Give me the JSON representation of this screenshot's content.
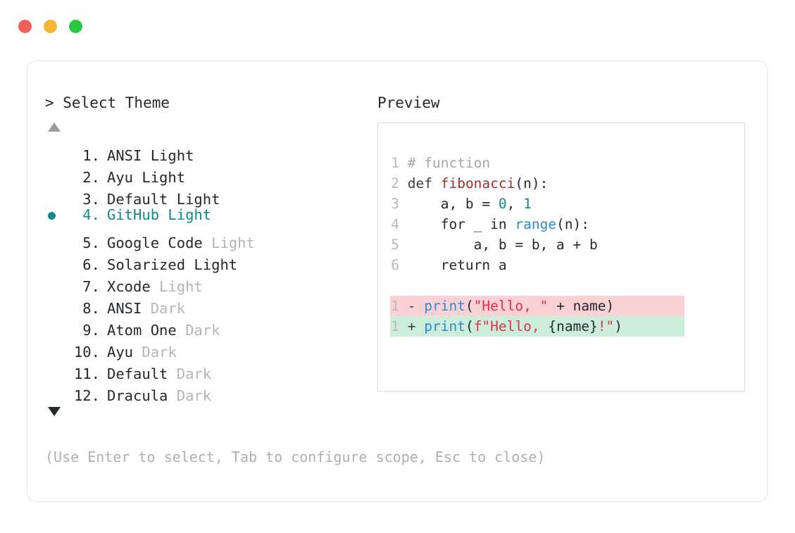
{
  "window": {
    "dots": [
      {
        "name": "close",
        "color": "#f4605c"
      },
      {
        "name": "minimize",
        "color": "#f5b731"
      },
      {
        "name": "maximize",
        "color": "#27c93f"
      }
    ]
  },
  "prompt": {
    "title": "> Select Theme",
    "scroll_up_indicator": "▲",
    "scroll_down_indicator": "▼",
    "selected_index": 4,
    "items": [
      {
        "number": " 1.",
        "name": "ANSI",
        "suffix": "Light",
        "suffix_muted": false,
        "selected": false
      },
      {
        "number": " 2.",
        "name": "Ayu",
        "suffix": "Light",
        "suffix_muted": false,
        "selected": false
      },
      {
        "number": " 3.",
        "name": "Default",
        "suffix": "Light",
        "suffix_muted": false,
        "selected": false
      },
      {
        "number": " 4.",
        "name": "GitHub",
        "suffix": "Light",
        "suffix_muted": false,
        "selected": true
      },
      {
        "number": " 5.",
        "name": "Google Code",
        "suffix": "Light",
        "suffix_muted": true,
        "selected": false
      },
      {
        "number": " 6.",
        "name": "Solarized",
        "suffix": "Light",
        "suffix_muted": false,
        "selected": false
      },
      {
        "number": " 7.",
        "name": "Xcode",
        "suffix": "Light",
        "suffix_muted": true,
        "selected": false
      },
      {
        "number": " 8.",
        "name": "ANSI",
        "suffix": "Dark",
        "suffix_muted": true,
        "selected": false
      },
      {
        "number": " 9.",
        "name": "Atom One",
        "suffix": "Dark",
        "suffix_muted": true,
        "selected": false
      },
      {
        "number": "10.",
        "name": "Ayu",
        "suffix": "Dark",
        "suffix_muted": true,
        "selected": false
      },
      {
        "number": "11.",
        "name": "Default",
        "suffix": "Dark",
        "suffix_muted": true,
        "selected": false
      },
      {
        "number": "12.",
        "name": "Dracula",
        "suffix": "Dark",
        "suffix_muted": true,
        "selected": false
      }
    ],
    "hint": "(Use Enter to select, Tab to configure scope, Esc to close)"
  },
  "preview": {
    "title": "Preview",
    "code_lines": [
      {
        "n": "1",
        "tokens": [
          {
            "t": " ",
            "c": "plain"
          },
          {
            "t": "# function",
            "c": "comment"
          }
        ]
      },
      {
        "n": "2",
        "tokens": [
          {
            "t": " ",
            "c": "plain"
          },
          {
            "t": "def ",
            "c": "def"
          },
          {
            "t": "fibonacci",
            "c": "fn"
          },
          {
            "t": "(n):",
            "c": "plain"
          }
        ]
      },
      {
        "n": "3",
        "tokens": [
          {
            "t": "     a, b = ",
            "c": "plain"
          },
          {
            "t": "0",
            "c": "num"
          },
          {
            "t": ", ",
            "c": "plain"
          },
          {
            "t": "1",
            "c": "num"
          }
        ]
      },
      {
        "n": "4",
        "tokens": [
          {
            "t": "     for _ in ",
            "c": "plain"
          },
          {
            "t": "range",
            "c": "builtin"
          },
          {
            "t": "(n):",
            "c": "plain"
          }
        ]
      },
      {
        "n": "5",
        "tokens": [
          {
            "t": "         a, b = b, a + b",
            "c": "plain"
          }
        ]
      },
      {
        "n": "6",
        "tokens": [
          {
            "t": "     return a",
            "c": "plain"
          }
        ]
      }
    ],
    "diff_lines": [
      {
        "n": "1",
        "kind": "del",
        "tokens": [
          {
            "t": " - ",
            "c": "sign-del"
          },
          {
            "t": "print",
            "c": "print"
          },
          {
            "t": "(",
            "c": "plain"
          },
          {
            "t": "\"Hello, \"",
            "c": "str"
          },
          {
            "t": " + name)",
            "c": "plain"
          }
        ]
      },
      {
        "n": "1",
        "kind": "add",
        "tokens": [
          {
            "t": " + ",
            "c": "sign-add"
          },
          {
            "t": "print",
            "c": "print"
          },
          {
            "t": "(",
            "c": "plain"
          },
          {
            "t": "f\"Hello, ",
            "c": "str"
          },
          {
            "t": "{name}",
            "c": "plain"
          },
          {
            "t": "!\"",
            "c": "str"
          },
          {
            "t": ")",
            "c": "plain"
          }
        ]
      }
    ]
  },
  "colors": {
    "accent_teal": "#108a8a",
    "diff_delete_bg": "#fad2d6",
    "diff_add_bg": "#cdeddb",
    "muted_text": "#b5b5b5",
    "border": "#e3e3e3"
  }
}
